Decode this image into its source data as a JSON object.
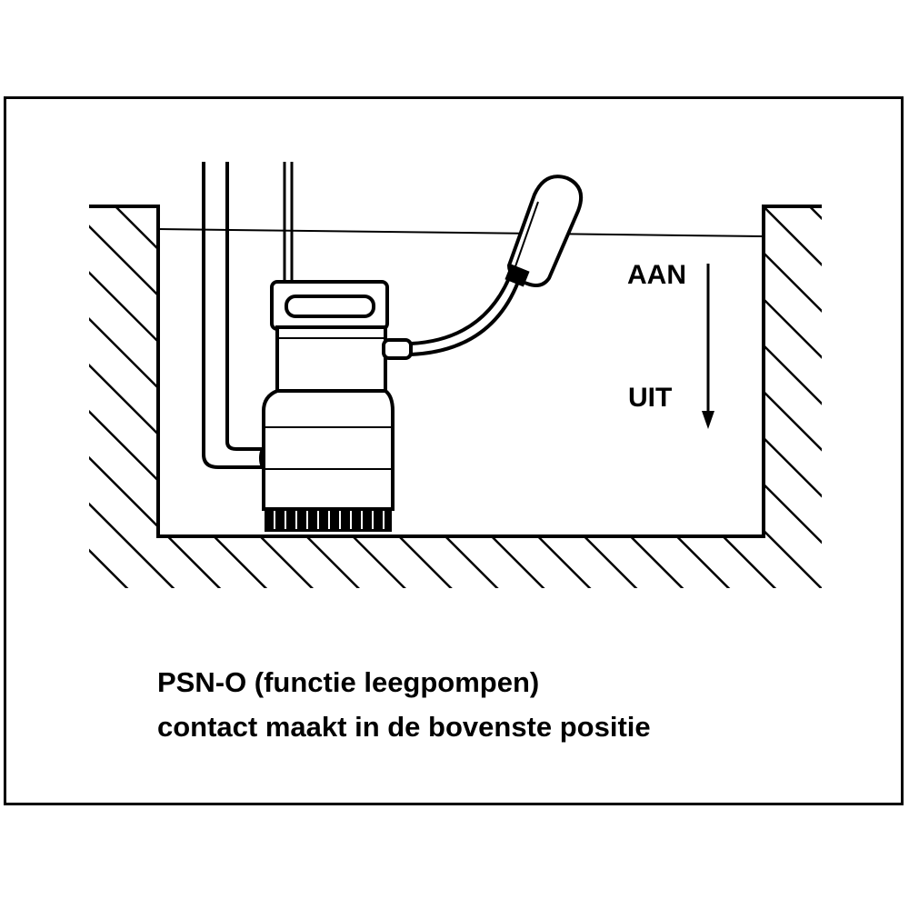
{
  "diagram": {
    "labels": {
      "on": "AAN",
      "off": "UIT"
    },
    "caption": {
      "line1": "PSN-O (functie leegpompen)",
      "line2": "contact maakt in de bovenste positie"
    },
    "colors": {
      "ink": "#000000",
      "paper": "#ffffff"
    }
  }
}
